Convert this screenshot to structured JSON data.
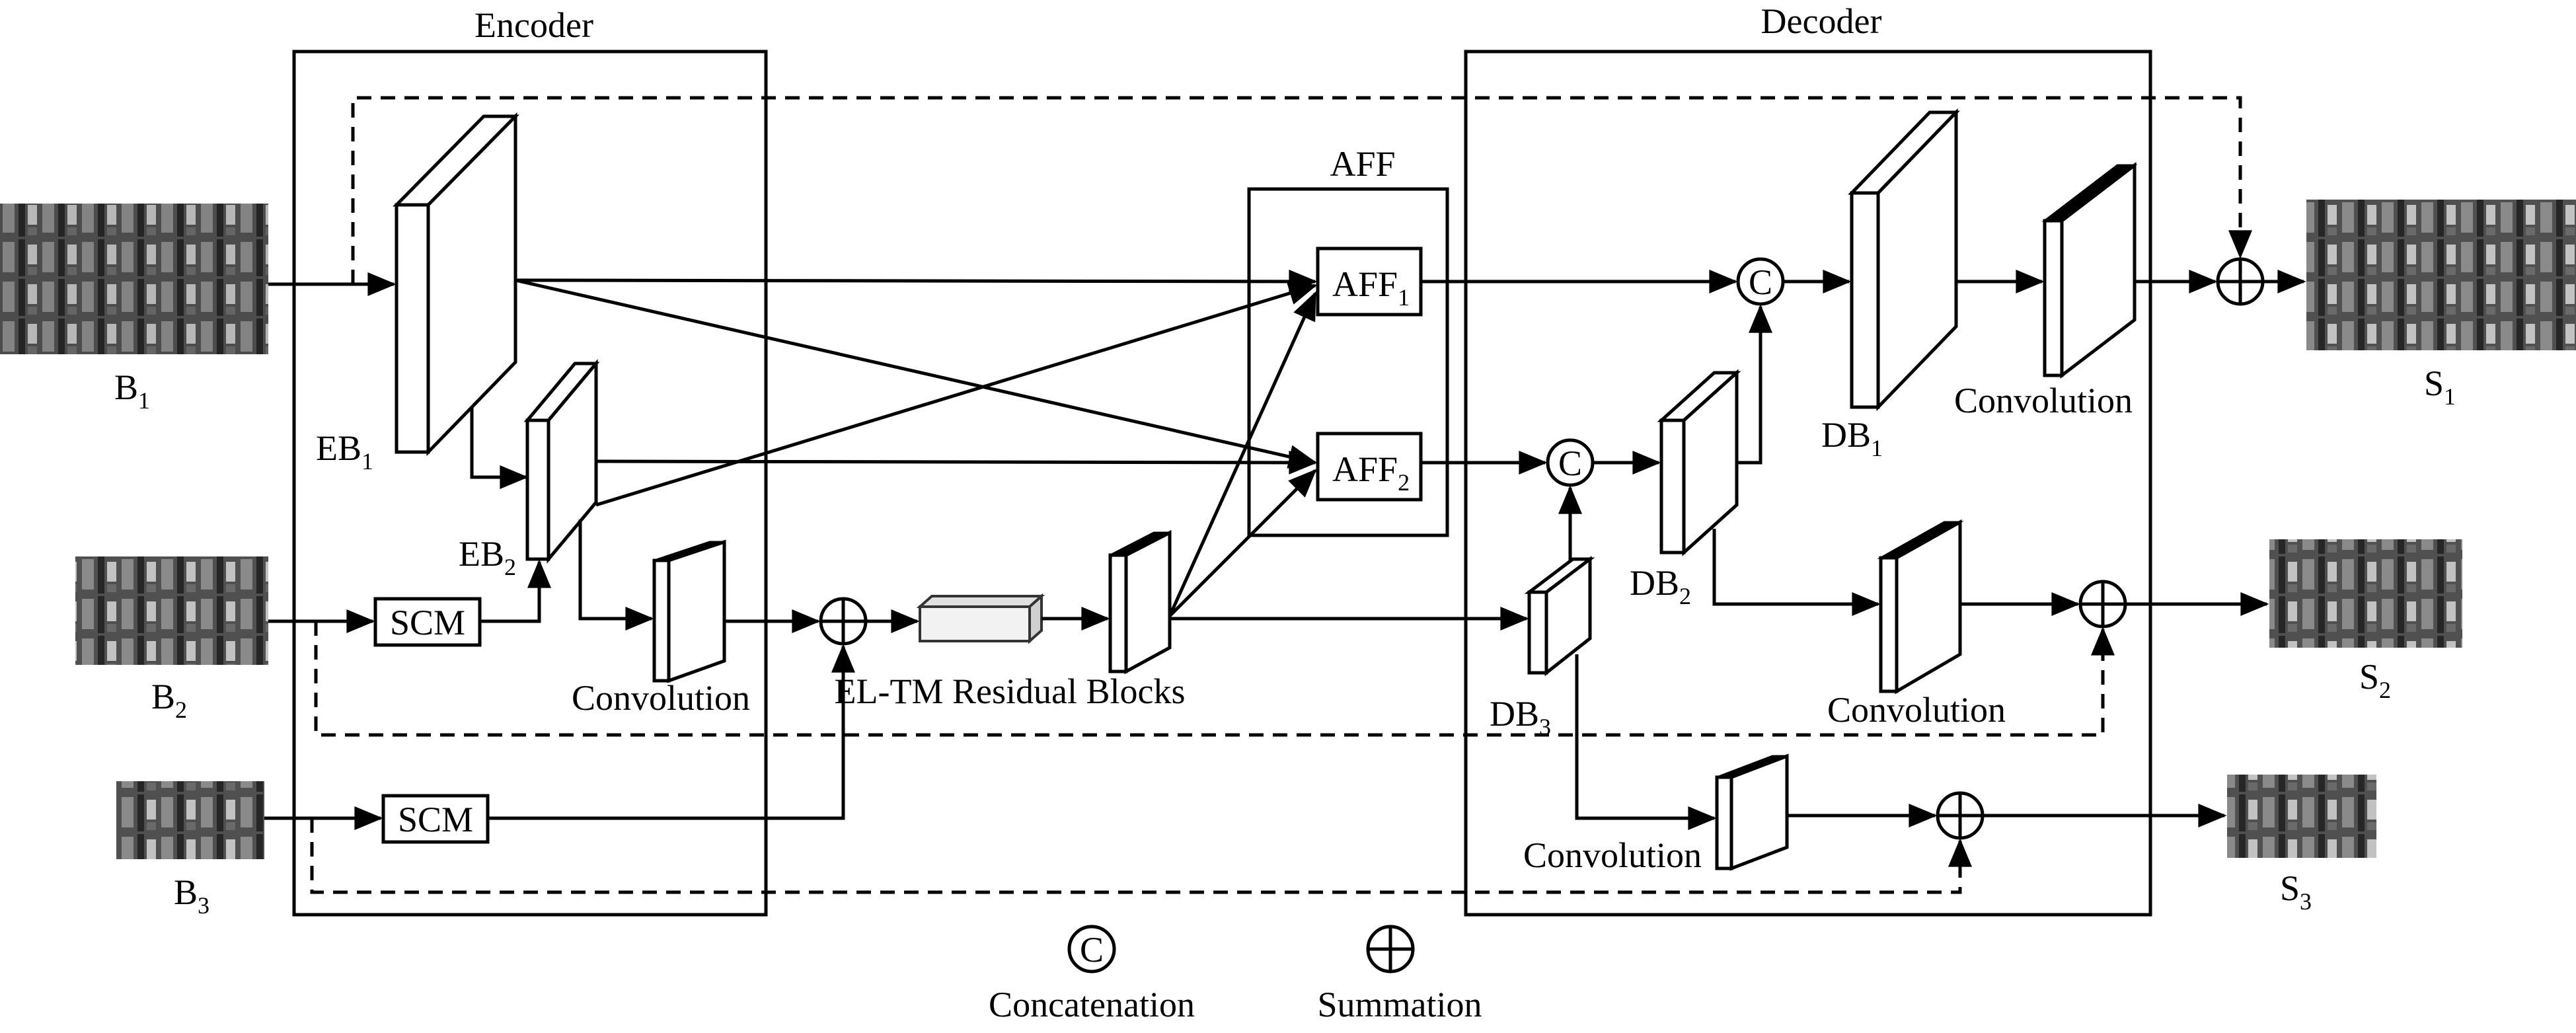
{
  "diagram": {
    "encoder_title": "Encoder",
    "decoder_title": "Decoder",
    "aff_title": "AFF",
    "aff_blocks": [
      {
        "base": "AFF",
        "sub": "1"
      },
      {
        "base": "AFF",
        "sub": "2"
      }
    ],
    "encoder_blocks": [
      {
        "base": "EB",
        "sub": "1"
      },
      {
        "base": "EB",
        "sub": "2"
      }
    ],
    "decoder_blocks": [
      {
        "base": "DB",
        "sub": "1"
      },
      {
        "base": "DB",
        "sub": "2"
      },
      {
        "base": "DB",
        "sub": "3"
      }
    ],
    "inputs": [
      {
        "base": "B",
        "sub": "1"
      },
      {
        "base": "B",
        "sub": "2"
      },
      {
        "base": "B",
        "sub": "3"
      }
    ],
    "outputs": [
      {
        "base": "S",
        "sub": "1"
      },
      {
        "base": "S",
        "sub": "2"
      },
      {
        "base": "S",
        "sub": "3"
      }
    ],
    "scm_label": "SCM",
    "convolution_label": "Convolution",
    "residual_label": "EL-TM Residual Blocks",
    "concat_symbol": "C"
  },
  "legend": {
    "concat_symbol": "C",
    "concat_label": "Concatenation",
    "sum_label": "Summation"
  }
}
